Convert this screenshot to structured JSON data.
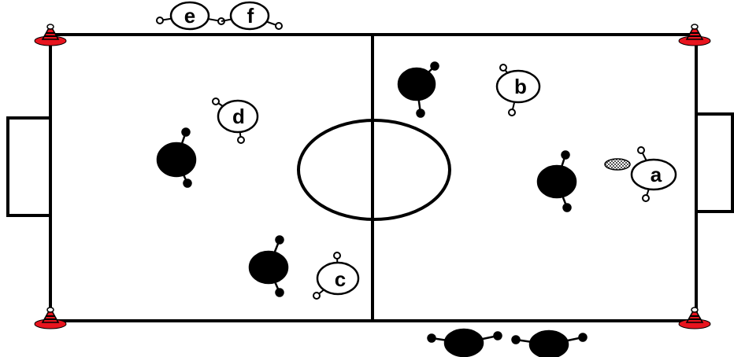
{
  "colors": {
    "line": "#000000",
    "background": "#ffffff",
    "attacker_fill": "#ffffff",
    "defender_fill": "#000000",
    "cone": "#e8141e",
    "ball": "#9a9a9a"
  },
  "field": {
    "icons": {
      "cones": "cone-icon",
      "goals": "goal-icon",
      "ball": "ball-icon"
    }
  },
  "players": {
    "attackers": [
      {
        "id": "a",
        "label": "a"
      },
      {
        "id": "b",
        "label": "b"
      },
      {
        "id": "c",
        "label": "c"
      },
      {
        "id": "d",
        "label": "d"
      },
      {
        "id": "e",
        "label": "e"
      },
      {
        "id": "f",
        "label": "f"
      }
    ],
    "defender_icon": "defender-player-icon",
    "attacker_icon": "attacker-player-icon"
  }
}
